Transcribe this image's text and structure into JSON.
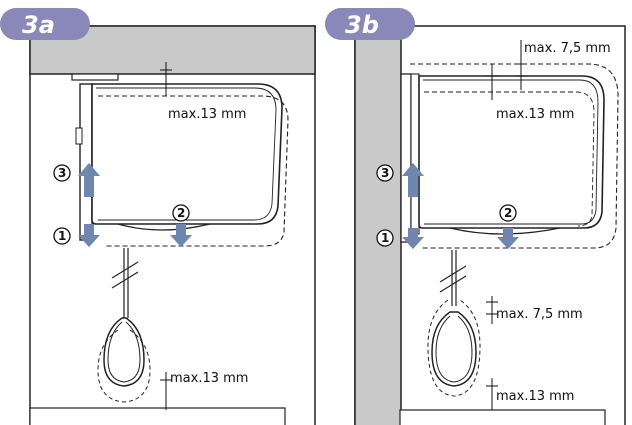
{
  "panels": [
    {
      "badge": "3a",
      "max_top": "max.13 mm",
      "max_bottom": "max.13 mm",
      "steps": [
        "1",
        "2",
        "3"
      ]
    },
    {
      "badge": "3b",
      "max_top_outer": "max. 7,5 mm",
      "max_top": "max.13 mm",
      "max_mid": "max. 7,5 mm",
      "max_bottom": "max.13 mm",
      "steps": [
        "1",
        "2",
        "3"
      ]
    }
  ],
  "colors": {
    "badge": "#8a88b8",
    "wall": "#c9c9c9",
    "arrow": "#6f86b1",
    "line": "#111111"
  }
}
